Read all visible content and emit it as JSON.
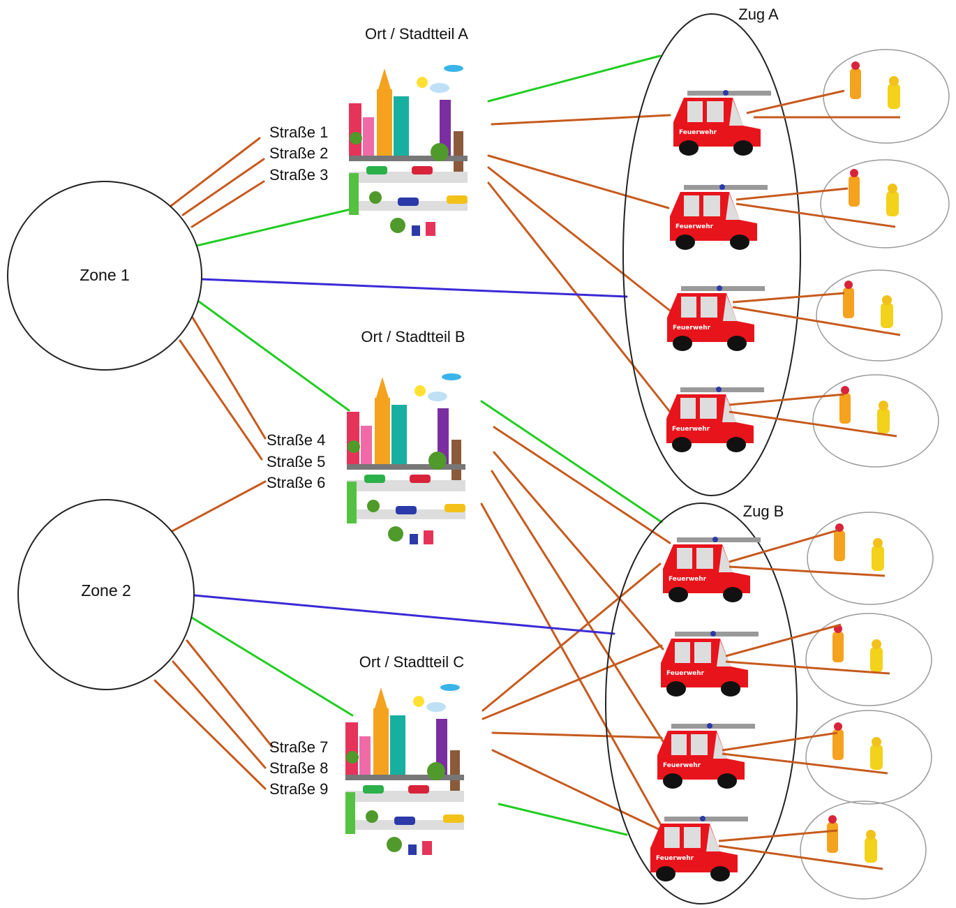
{
  "zones": [
    {
      "label": "Zone 1"
    },
    {
      "label": "Zone 2"
    }
  ],
  "districts": [
    {
      "label": "Ort / Stadtteil A"
    },
    {
      "label": "Ort / Stadtteil B"
    },
    {
      "label": "Ort / Stadtteil C"
    }
  ],
  "streets": [
    "Straße 1",
    "Straße 2",
    "Straße 3",
    "Straße 4",
    "Straße 5",
    "Straße 6",
    "Straße 7",
    "Straße 8",
    "Straße 9"
  ],
  "trains": [
    {
      "label": "Zug A"
    },
    {
      "label": "Zug B"
    }
  ],
  "truck_text": "Feuerwehr",
  "colors": {
    "street_link": "#c65a1e",
    "district_link": "#22cc22",
    "zone_link": "#3a2ad6",
    "truck_red": "#e8141c",
    "circle_stroke": "#222222",
    "crew_circle_stroke": "#9a9a9a"
  }
}
